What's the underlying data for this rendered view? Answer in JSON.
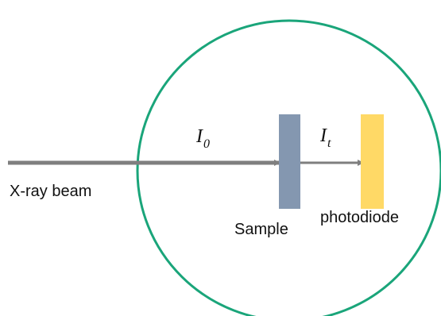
{
  "diagram": {
    "labels": {
      "beam": "X-ray beam",
      "sample": "Sample",
      "detector": "photodiode",
      "incident_intensity_symbol": "I",
      "incident_intensity_subscript": "0",
      "transmitted_intensity_symbol": "I",
      "transmitted_intensity_subscript": "t"
    },
    "colors": {
      "circle": "#1aa57a",
      "beam": "#7f7f7f",
      "sample": "#8497b0",
      "detector": "#ffd966",
      "text": "#111111"
    }
  }
}
